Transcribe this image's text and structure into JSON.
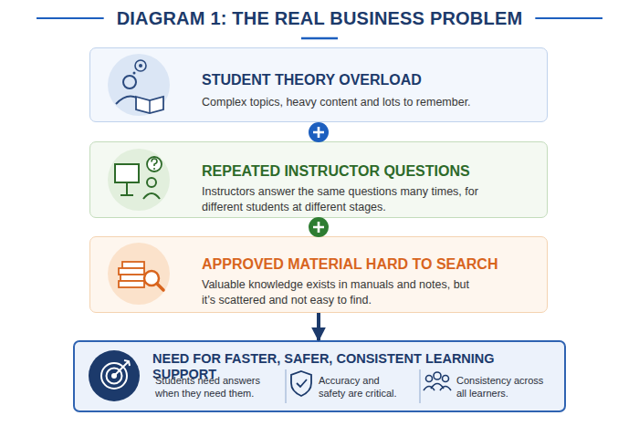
{
  "diagram": {
    "title": "DIAGRAM 1: THE REAL BUSINESS PROBLEM",
    "nodes": [
      {
        "text": [
          "STUDENT THEORY OVERLOAD",
          "Complex topics, heavy content and lots to remember."
        ]
      },
      {
        "text": [
          "REPEATED INSTRUCTOR QUESTIONS",
          "Instructors answer the same questions many times, for different students at different stages."
        ]
      },
      {
        "text": [
          "APPROVED MATERIAL HARD TO SEARCH",
          "Valuable knowledge exists in manuals and notes, but it’s scattered and not easy to find."
        ]
      },
      {
        "text": [
          "NEED FOR FASTER, SAFER, CONSISTENT LEARNING SUPPORT",
          "Students need answers when they need them.",
          "Accuracy and safety are critical.",
          "Consistency across all learners."
        ]
      }
    ],
    "edges": [
      {
        "from": 2,
        "to": 3,
        "arrow": "to"
      }
    ]
  }
}
